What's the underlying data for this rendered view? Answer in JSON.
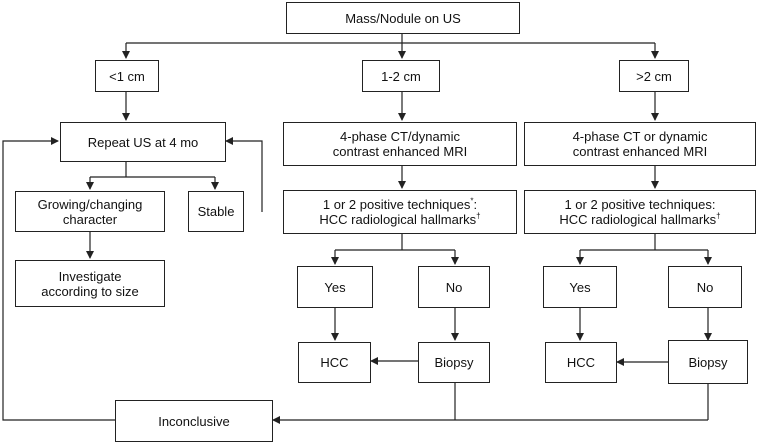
{
  "root": {
    "label": "Mass/Nodule on US"
  },
  "small": {
    "size": "<1 cm",
    "repeat": "Repeat US at 4 mo",
    "growing_line1": "Growing/changing",
    "growing_line2": "character",
    "stable": "Stable",
    "investigate_line1": "Investigate",
    "investigate_line2": "according to size"
  },
  "medium": {
    "size": "1-2 cm",
    "imaging_line1": "4-phase CT/dynamic",
    "imaging_line2": "contrast enhanced MRI",
    "techniques_line1": "1 or 2 positive techniques",
    "techniques_mark": "*",
    "techniques_suffix": ":",
    "techniques_line2": "HCC radiological hallmarks",
    "hallmarks_mark": "†",
    "yes": "Yes",
    "no": "No",
    "hcc": "HCC",
    "biopsy": "Biopsy"
  },
  "large": {
    "size": ">2 cm",
    "imaging_line1": "4-phase CT or dynamic",
    "imaging_line2": "contrast enhanced MRI",
    "techniques_line1": "1 or 2 positive techniques:",
    "techniques_line2": "HCC radiological hallmarks",
    "hallmarks_mark": "†",
    "yes": "Yes",
    "no": "No",
    "hcc": "HCC",
    "biopsy": "Biopsy"
  },
  "inconclusive": "Inconclusive"
}
